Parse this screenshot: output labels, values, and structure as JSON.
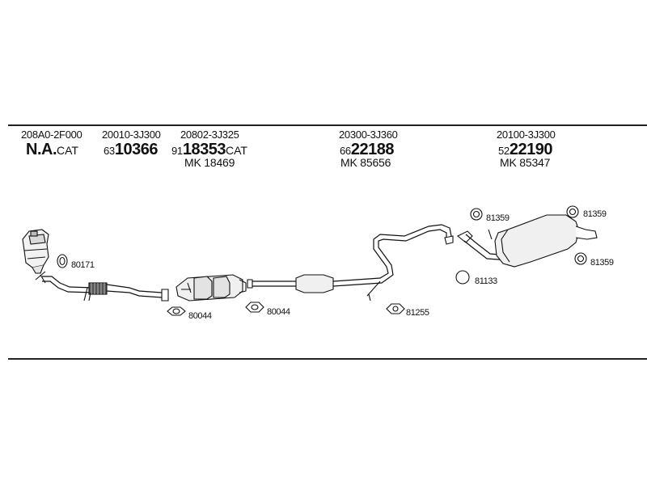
{
  "columns": [
    {
      "part": "208A0-2F000",
      "line2_big": "N.A.",
      "line2_suffix": "CAT"
    },
    {
      "part": "20010-3J300",
      "prefix": "63",
      "line2_big": "10366"
    },
    {
      "part": "20802-3J325",
      "prefix": "91",
      "line2_big": "18353",
      "line2_suffix": "CAT",
      "mk": "MK 18469"
    },
    {
      "part": "20300-3J360",
      "prefix": "66",
      "line2_big": "22188",
      "mk": "MK 85656"
    },
    {
      "part": "20100-3J300",
      "prefix": "52",
      "line2_big": "22190",
      "mk": "MK 85347"
    }
  ],
  "callouts": {
    "c80171": "80171",
    "c80044a": "80044",
    "c80044b": "80044",
    "c81255": "81255",
    "c81133": "81133",
    "c81359a": "81359",
    "c81359b": "81359",
    "c81359c": "81359"
  }
}
